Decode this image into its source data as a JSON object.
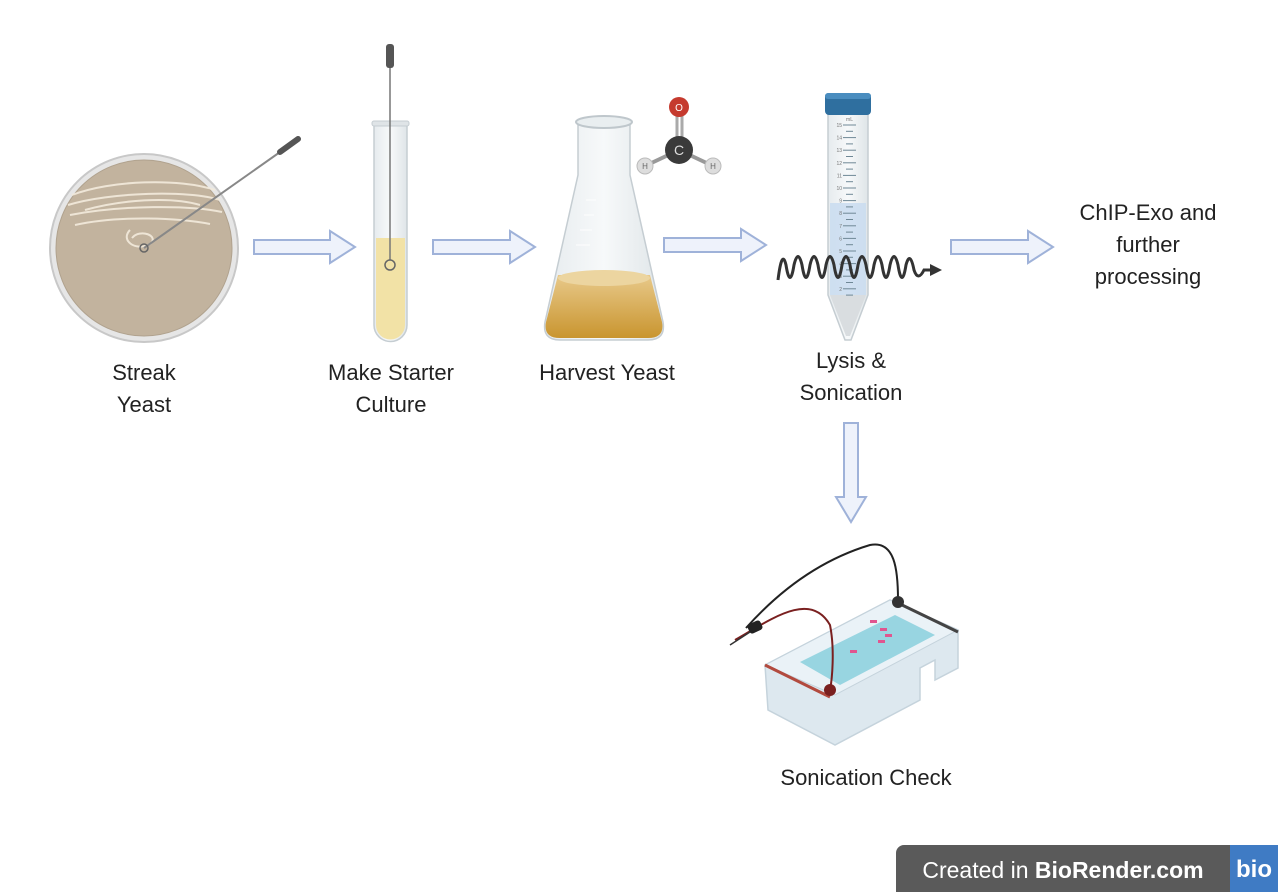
{
  "steps": [
    {
      "label_lines": [
        "Streak",
        "Yeast"
      ]
    },
    {
      "label_lines": [
        "Make Starter",
        "Culture"
      ]
    },
    {
      "label_lines": [
        "Harvest Yeast"
      ]
    },
    {
      "label_lines": [
        "Lysis &",
        "Sonication"
      ]
    },
    {
      "label_lines": [
        "ChIP-Exo and",
        "further",
        "processing"
      ]
    },
    {
      "label_lines": [
        "Sonication Check"
      ]
    }
  ],
  "molecule": {
    "atoms": [
      "O",
      "C",
      "H",
      "H"
    ]
  },
  "tube": {
    "unit": "mL",
    "graduations": [
      "15",
      "14",
      "13",
      "12",
      "11",
      "10",
      "9",
      "8",
      "7",
      "6",
      "5",
      "4",
      "3",
      "2"
    ]
  },
  "footer": {
    "prefix": "Created in ",
    "brand": "BioRender.com",
    "logo": "bio"
  },
  "colors": {
    "arrow_fill": "#eef2fb",
    "arrow_stroke": "#9fb2d9",
    "cap_blue": "#2f6f9f",
    "footer_bg": "#5a5a5a",
    "logo_bg": "#3f7bc4"
  }
}
